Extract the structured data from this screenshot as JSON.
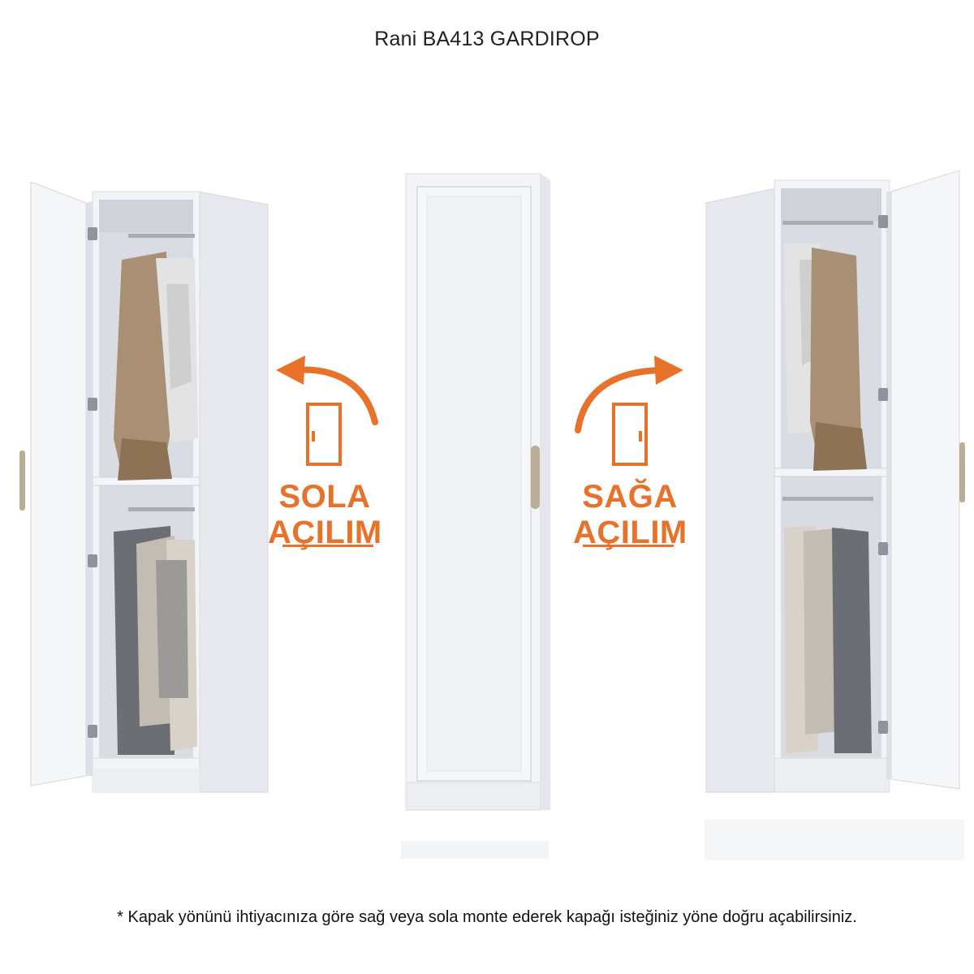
{
  "title": "Rani BA413 GARDIROP",
  "left_option": {
    "line1": "SOLA",
    "line2": "AÇILIM"
  },
  "right_option": {
    "line1": "SAĞA",
    "line2": "AÇILIM"
  },
  "footnote": "* Kapak yönünü ihtiyacınıza göre sağ veya sola monte ederek kapağı isteğiniz yöne doğru açabilirsiniz.",
  "colors": {
    "accent": "#e8722a",
    "cabinet": "#f3f4f7",
    "handle": "#b9ae98"
  },
  "icons": [
    "door-icon",
    "curved-arrow-left-icon",
    "curved-arrow-right-icon"
  ]
}
